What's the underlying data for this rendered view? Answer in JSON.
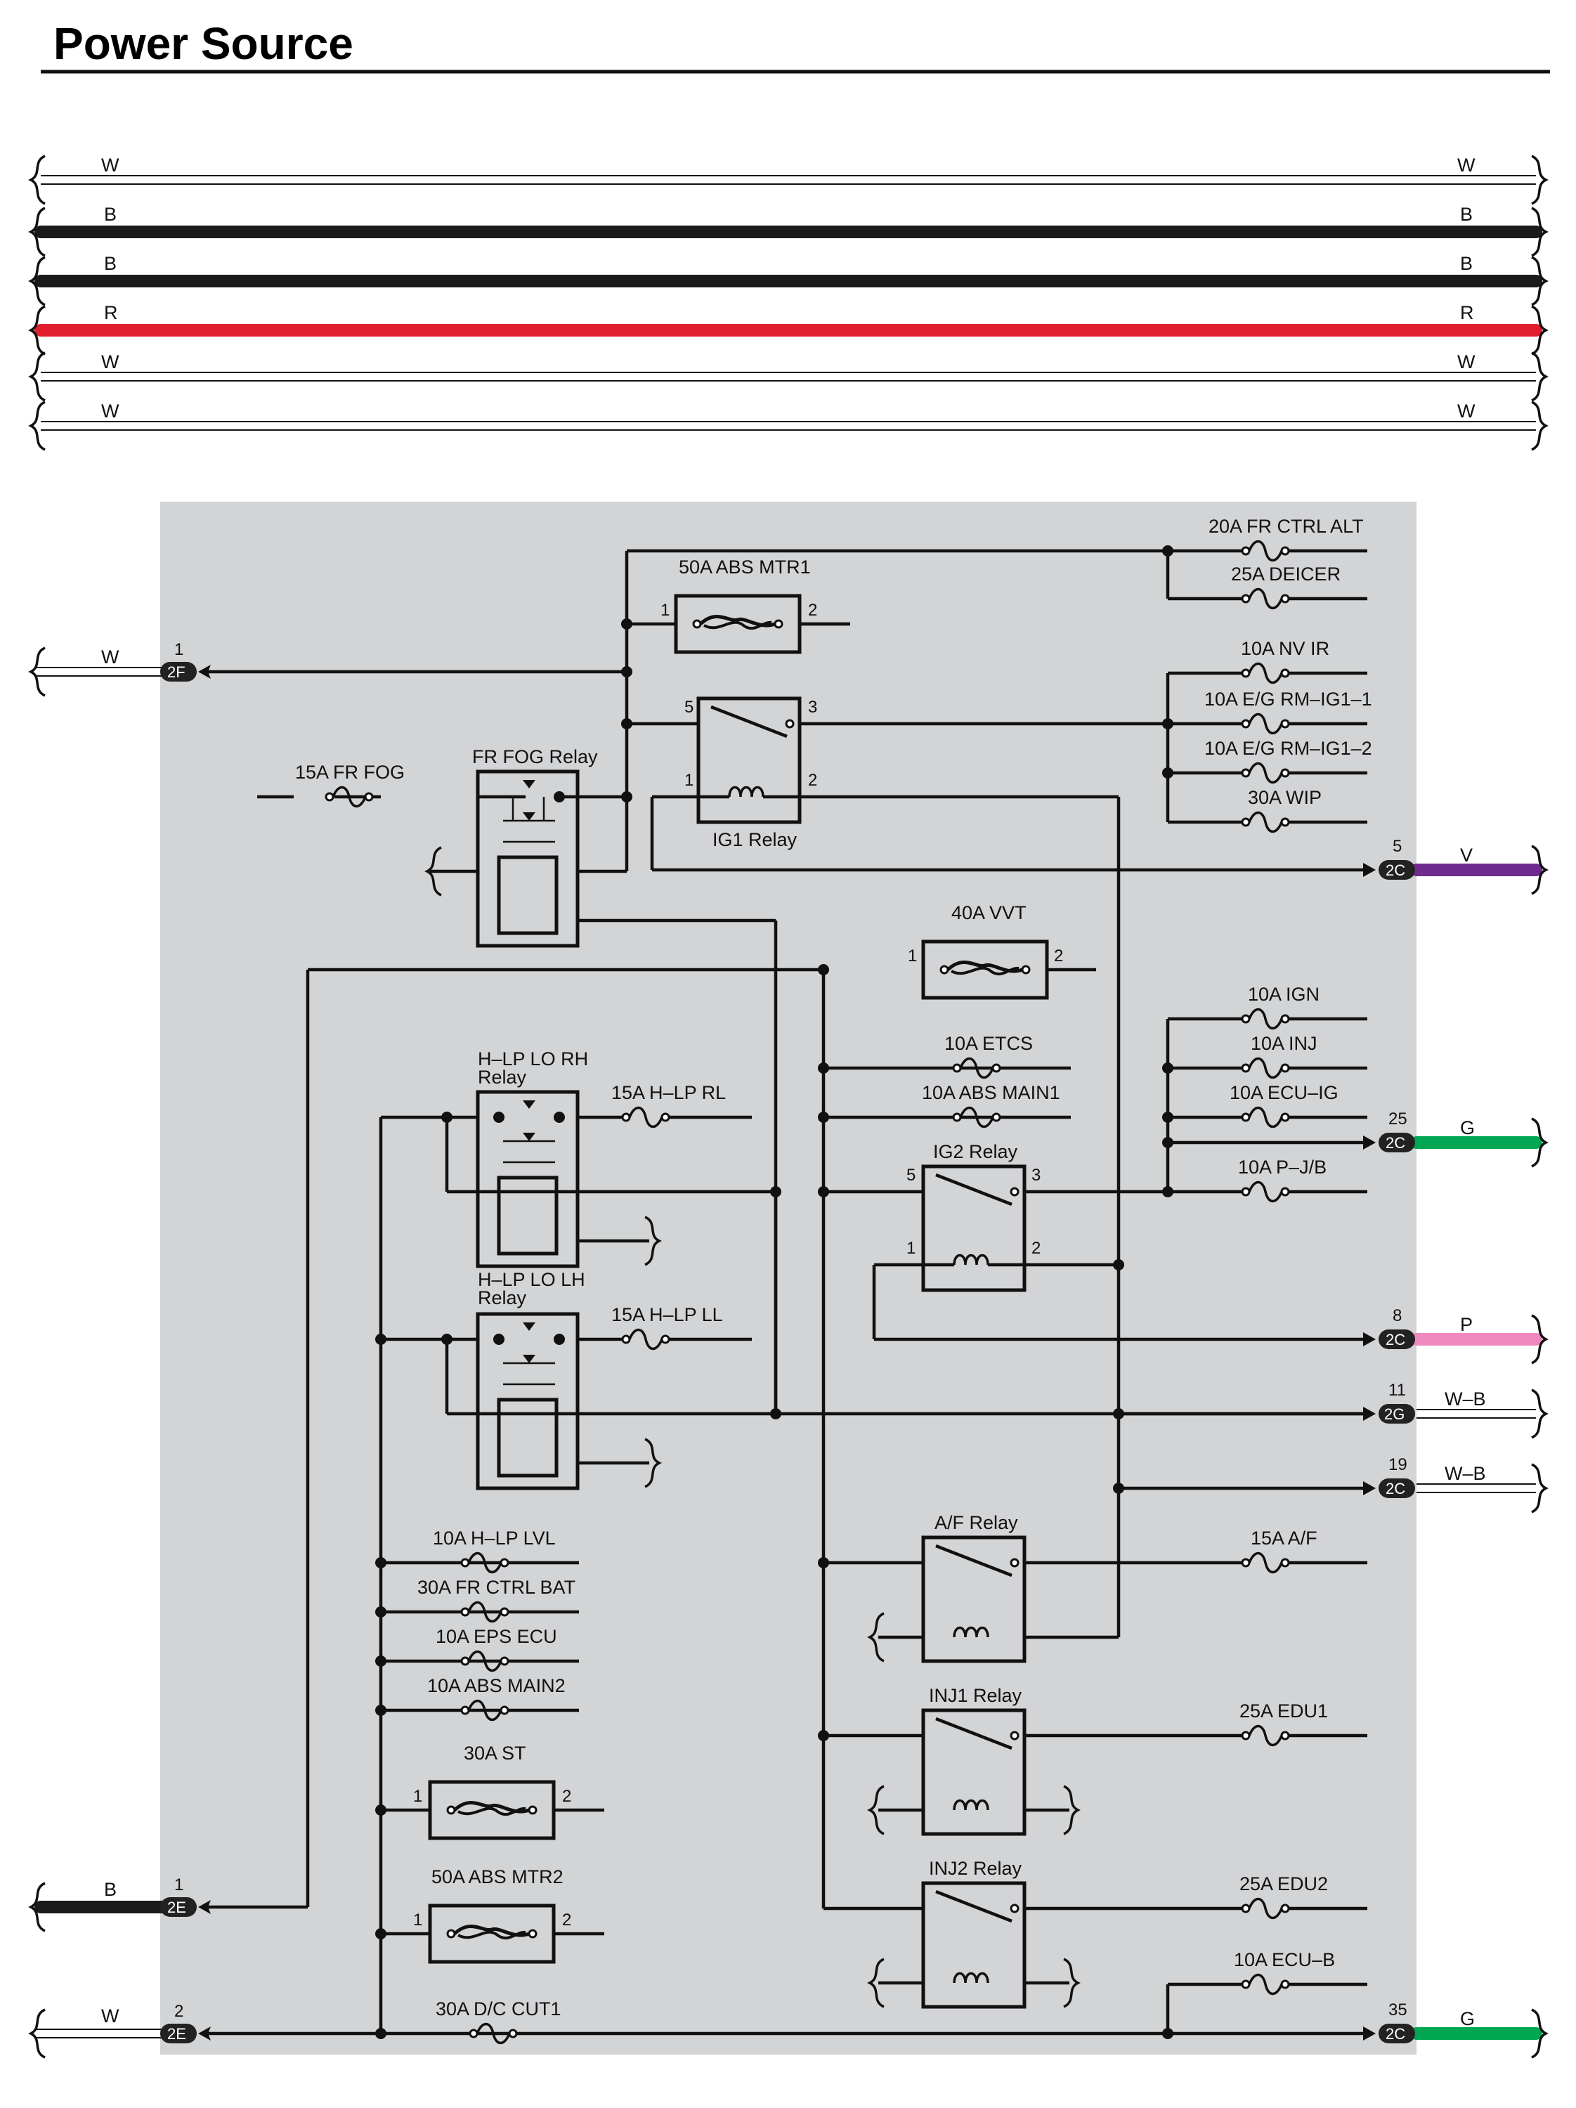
{
  "title": "Power Source",
  "colors": {
    "panel": "#d3d4d6",
    "black_wire": "#1a1a1a",
    "red_wire": "#e01e2e",
    "violet_wire": "#6f2b8f",
    "green_wire": "#00a651",
    "pink_wire": "#ef89bf"
  },
  "overview_wires": {
    "w1": "W",
    "b1": "B",
    "b2": "B",
    "r": "R",
    "w2": "W",
    "w3": "W"
  },
  "inputs": {
    "in1": {
      "connector": "2F",
      "pin": "1",
      "wire": "W"
    },
    "in2": {
      "connector": "2E",
      "pin": "1",
      "wire": "B"
    },
    "in3": {
      "connector": "2E",
      "pin": "2",
      "wire": "W"
    }
  },
  "outputs": {
    "out1": {
      "connector": "2C",
      "pin": "5",
      "wire": "V"
    },
    "out2": {
      "connector": "2C",
      "pin": "25",
      "wire": "G"
    },
    "out3": {
      "connector": "2C",
      "pin": "8",
      "wire": "P"
    },
    "out4": {
      "connector": "2G",
      "pin": "11",
      "wire": "W–B"
    },
    "out5": {
      "connector": "2C",
      "pin": "19",
      "wire": "W–B"
    },
    "out6": {
      "connector": "2C",
      "pin": "35",
      "wire": "G"
    }
  },
  "fuses": {
    "fr_ctrl_alt": "20A FR CTRL ALT",
    "deicer": "25A DEICER",
    "nv_ir": "10A NV IR",
    "eg_rm_ig1_1": "10A E/G RM–IG1–1",
    "eg_rm_ig1_2": "10A E/G RM–IG1–2",
    "wip": "30A WIP",
    "fr_fog": "15A FR FOG",
    "etcs": "10A ETCS",
    "abs_main1": "10A ABS MAIN1",
    "ign": "10A IGN",
    "inj": "10A INJ",
    "ecu_ig": "10A ECU–IG",
    "p_jb": "10A P–J/B",
    "hlp_rl": "15A H–LP RL",
    "hlp_ll": "15A H–LP LL",
    "af": "15A A/F",
    "edu1": "25A EDU1",
    "edu2": "25A EDU2",
    "ecu_b": "10A ECU–B",
    "hlp_lvl": "10A H–LP LVL",
    "fr_ctrl_bat": "30A FR CTRL BAT",
    "eps_ecu": "10A EPS ECU",
    "abs_main2": "10A ABS MAIN2",
    "dc_cut1": "30A D/C CUT1"
  },
  "fusible_links": {
    "abs_mtr1": {
      "label": "50A ABS MTR1",
      "pin1": "1",
      "pin2": "2"
    },
    "vvt": {
      "label": "40A VVT",
      "pin1": "1",
      "pin2": "2"
    },
    "st": {
      "label": "30A ST",
      "pin1": "1",
      "pin2": "2"
    },
    "abs_mtr2": {
      "label": "50A ABS MTR2",
      "pin1": "1",
      "pin2": "2"
    }
  },
  "relays": {
    "ig1": {
      "label": "IG1 Relay",
      "p5": "5",
      "p3": "3",
      "p1": "1",
      "p2": "2"
    },
    "ig2": {
      "label": "IG2 Relay",
      "p5": "5",
      "p3": "3",
      "p1": "1",
      "p2": "2"
    },
    "fr_fog": {
      "label": "FR FOG Relay"
    },
    "hlp_lo_rh": {
      "line1": "H–LP LO RH",
      "line2": "Relay"
    },
    "hlp_lo_lh": {
      "line1": "H–LP LO LH",
      "line2": "Relay"
    },
    "af": {
      "label": "A/F Relay"
    },
    "inj1": {
      "label": "INJ1 Relay"
    },
    "inj2": {
      "label": "INJ2 Relay"
    }
  }
}
